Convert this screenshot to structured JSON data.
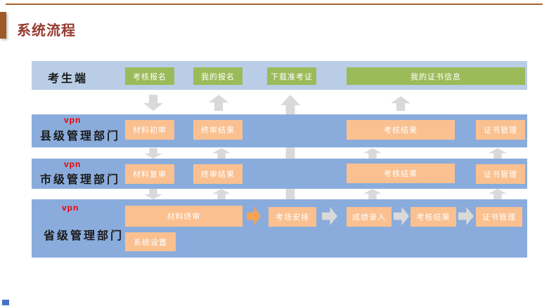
{
  "slide": {
    "title": "系统流程"
  },
  "colors": {
    "line-brown": "#A5622D",
    "bar-brown": "#9E5827",
    "title-red": "#963A30",
    "band-light": "#B9CDE6",
    "band-blue": "#8AACDC",
    "green": "#9BBB59",
    "orange": "#FAC090",
    "arrow-gray": "#D9D9D9",
    "arrow-orange": "#F7A254",
    "vpn-red": "#EE0000",
    "corner-blue": "#4472C4"
  },
  "bands": [
    {
      "label": "考生端",
      "buttons": [
        {
          "label": "考核报名"
        },
        {
          "label": "我的报名"
        },
        {
          "label": "下载准考证"
        },
        {
          "label": "我的证书信息"
        }
      ]
    },
    {
      "label": "县级管理部门",
      "vpn_label": "vpn",
      "buttons": [
        {
          "label": "材料初审"
        },
        {
          "label": "终审结果"
        },
        {
          "label": "考核结果"
        },
        {
          "label": "证书管理"
        }
      ]
    },
    {
      "label": "市级管理部门",
      "vpn_label": "vpn",
      "buttons": [
        {
          "label": "材料复审"
        },
        {
          "label": "终审结果"
        },
        {
          "label": "考核结果"
        },
        {
          "label": "证书管理"
        }
      ]
    },
    {
      "label": "省级管理部门",
      "vpn_label": "vpn",
      "buttons": [
        {
          "label": "材料终审"
        },
        {
          "label": "系统设置"
        },
        {
          "label": "考场安排"
        },
        {
          "label": "成绩录入"
        },
        {
          "label": "考核结果"
        },
        {
          "label": "证书管理"
        }
      ]
    }
  ]
}
